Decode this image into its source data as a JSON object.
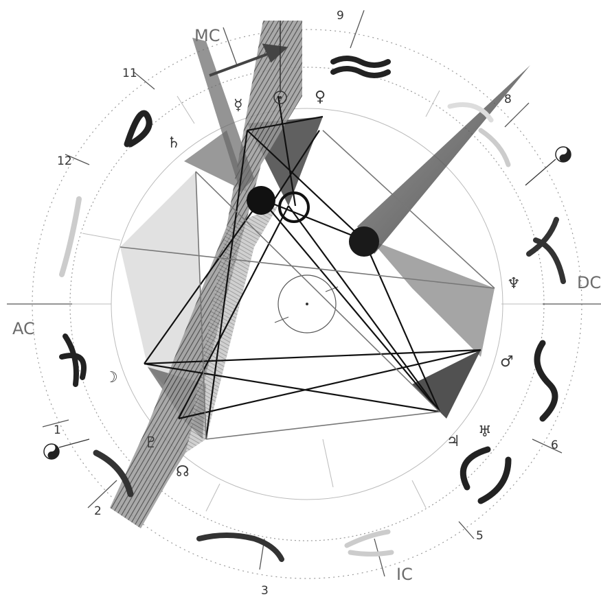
{
  "chart": {
    "axes": {
      "ac": "AC",
      "dc": "DC",
      "mc": "MC",
      "ic": "IC"
    },
    "houses": [
      "1",
      "2",
      "3",
      "5",
      "6",
      "8",
      "9",
      "11",
      "12"
    ],
    "planets": {
      "mercury": "☿",
      "venus": "♀",
      "sun": "☉",
      "saturn": "♄",
      "moon": "☽",
      "neptune": "♆",
      "mars": "♂",
      "jupiter": "♃",
      "uranus": "♅",
      "node": "☊",
      "pluto": "♇"
    },
    "colors": {
      "ink": "#1a1a1a",
      "shade": "#555555",
      "light": "#bdbdbd",
      "paper": "#ffffff"
    },
    "icons": [
      "yin-yang-icon",
      "aries-sign-icon",
      "taurus-sign-icon",
      "gemini-sign-icon",
      "cancer-sign-icon",
      "leo-sign-icon",
      "virgo-sign-icon",
      "libra-sign-icon",
      "scorpio-sign-icon",
      "sagittarius-sign-icon",
      "capricorn-sign-icon",
      "aquarius-sign-icon",
      "pisces-sign-icon"
    ]
  }
}
